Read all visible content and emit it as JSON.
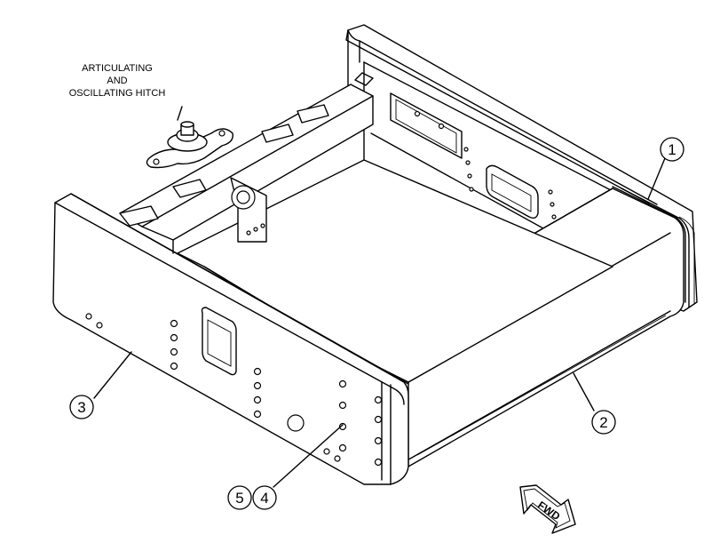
{
  "diagram": {
    "hitch_label": [
      "ARTICULATING",
      "AND",
      "OSCILLATING HITCH"
    ],
    "callouts": [
      {
        "id": "callout-1",
        "label": "1"
      },
      {
        "id": "callout-2",
        "label": "2"
      },
      {
        "id": "callout-3",
        "label": "3"
      },
      {
        "id": "callout-4",
        "label": "4"
      },
      {
        "id": "callout-5",
        "label": "5"
      }
    ],
    "direction_arrow": "FWD"
  }
}
